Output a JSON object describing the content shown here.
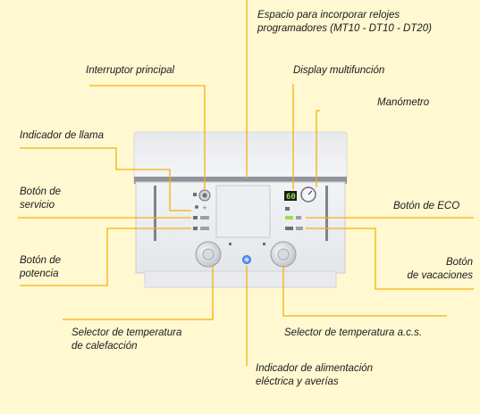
{
  "labels": {
    "clock_space": [
      "Espacio para incorporar relojes",
      "programadores (MT10 - DT10 - DT20)"
    ],
    "main_switch": "Interruptor principal",
    "multifunction_display": "Display multifunción",
    "pressure_gauge": "Manómetro",
    "flame_indicator": "Indicador de llama",
    "service_button": [
      "Botón de",
      "servicio"
    ],
    "eco_button": "Botón de ECO",
    "power_button": [
      "Botón de",
      "potencia"
    ],
    "vacation_button": [
      "Botón",
      "de vacaciones"
    ],
    "heating_selector": [
      "Selector de temperatura",
      "de calefacción"
    ],
    "dhw_selector": "Selector de temperatura a.c.s.",
    "power_fault_indicator": [
      "Indicador de alimentación",
      "eléctrica y averías"
    ]
  },
  "device": {
    "display_reading": "60"
  },
  "colors": {
    "background": "#fff8d1",
    "leader_line": "#f5b10a",
    "panel_light": "#f1f2f4",
    "panel_dark": "#7b8088",
    "display_green": "#9be04a"
  }
}
